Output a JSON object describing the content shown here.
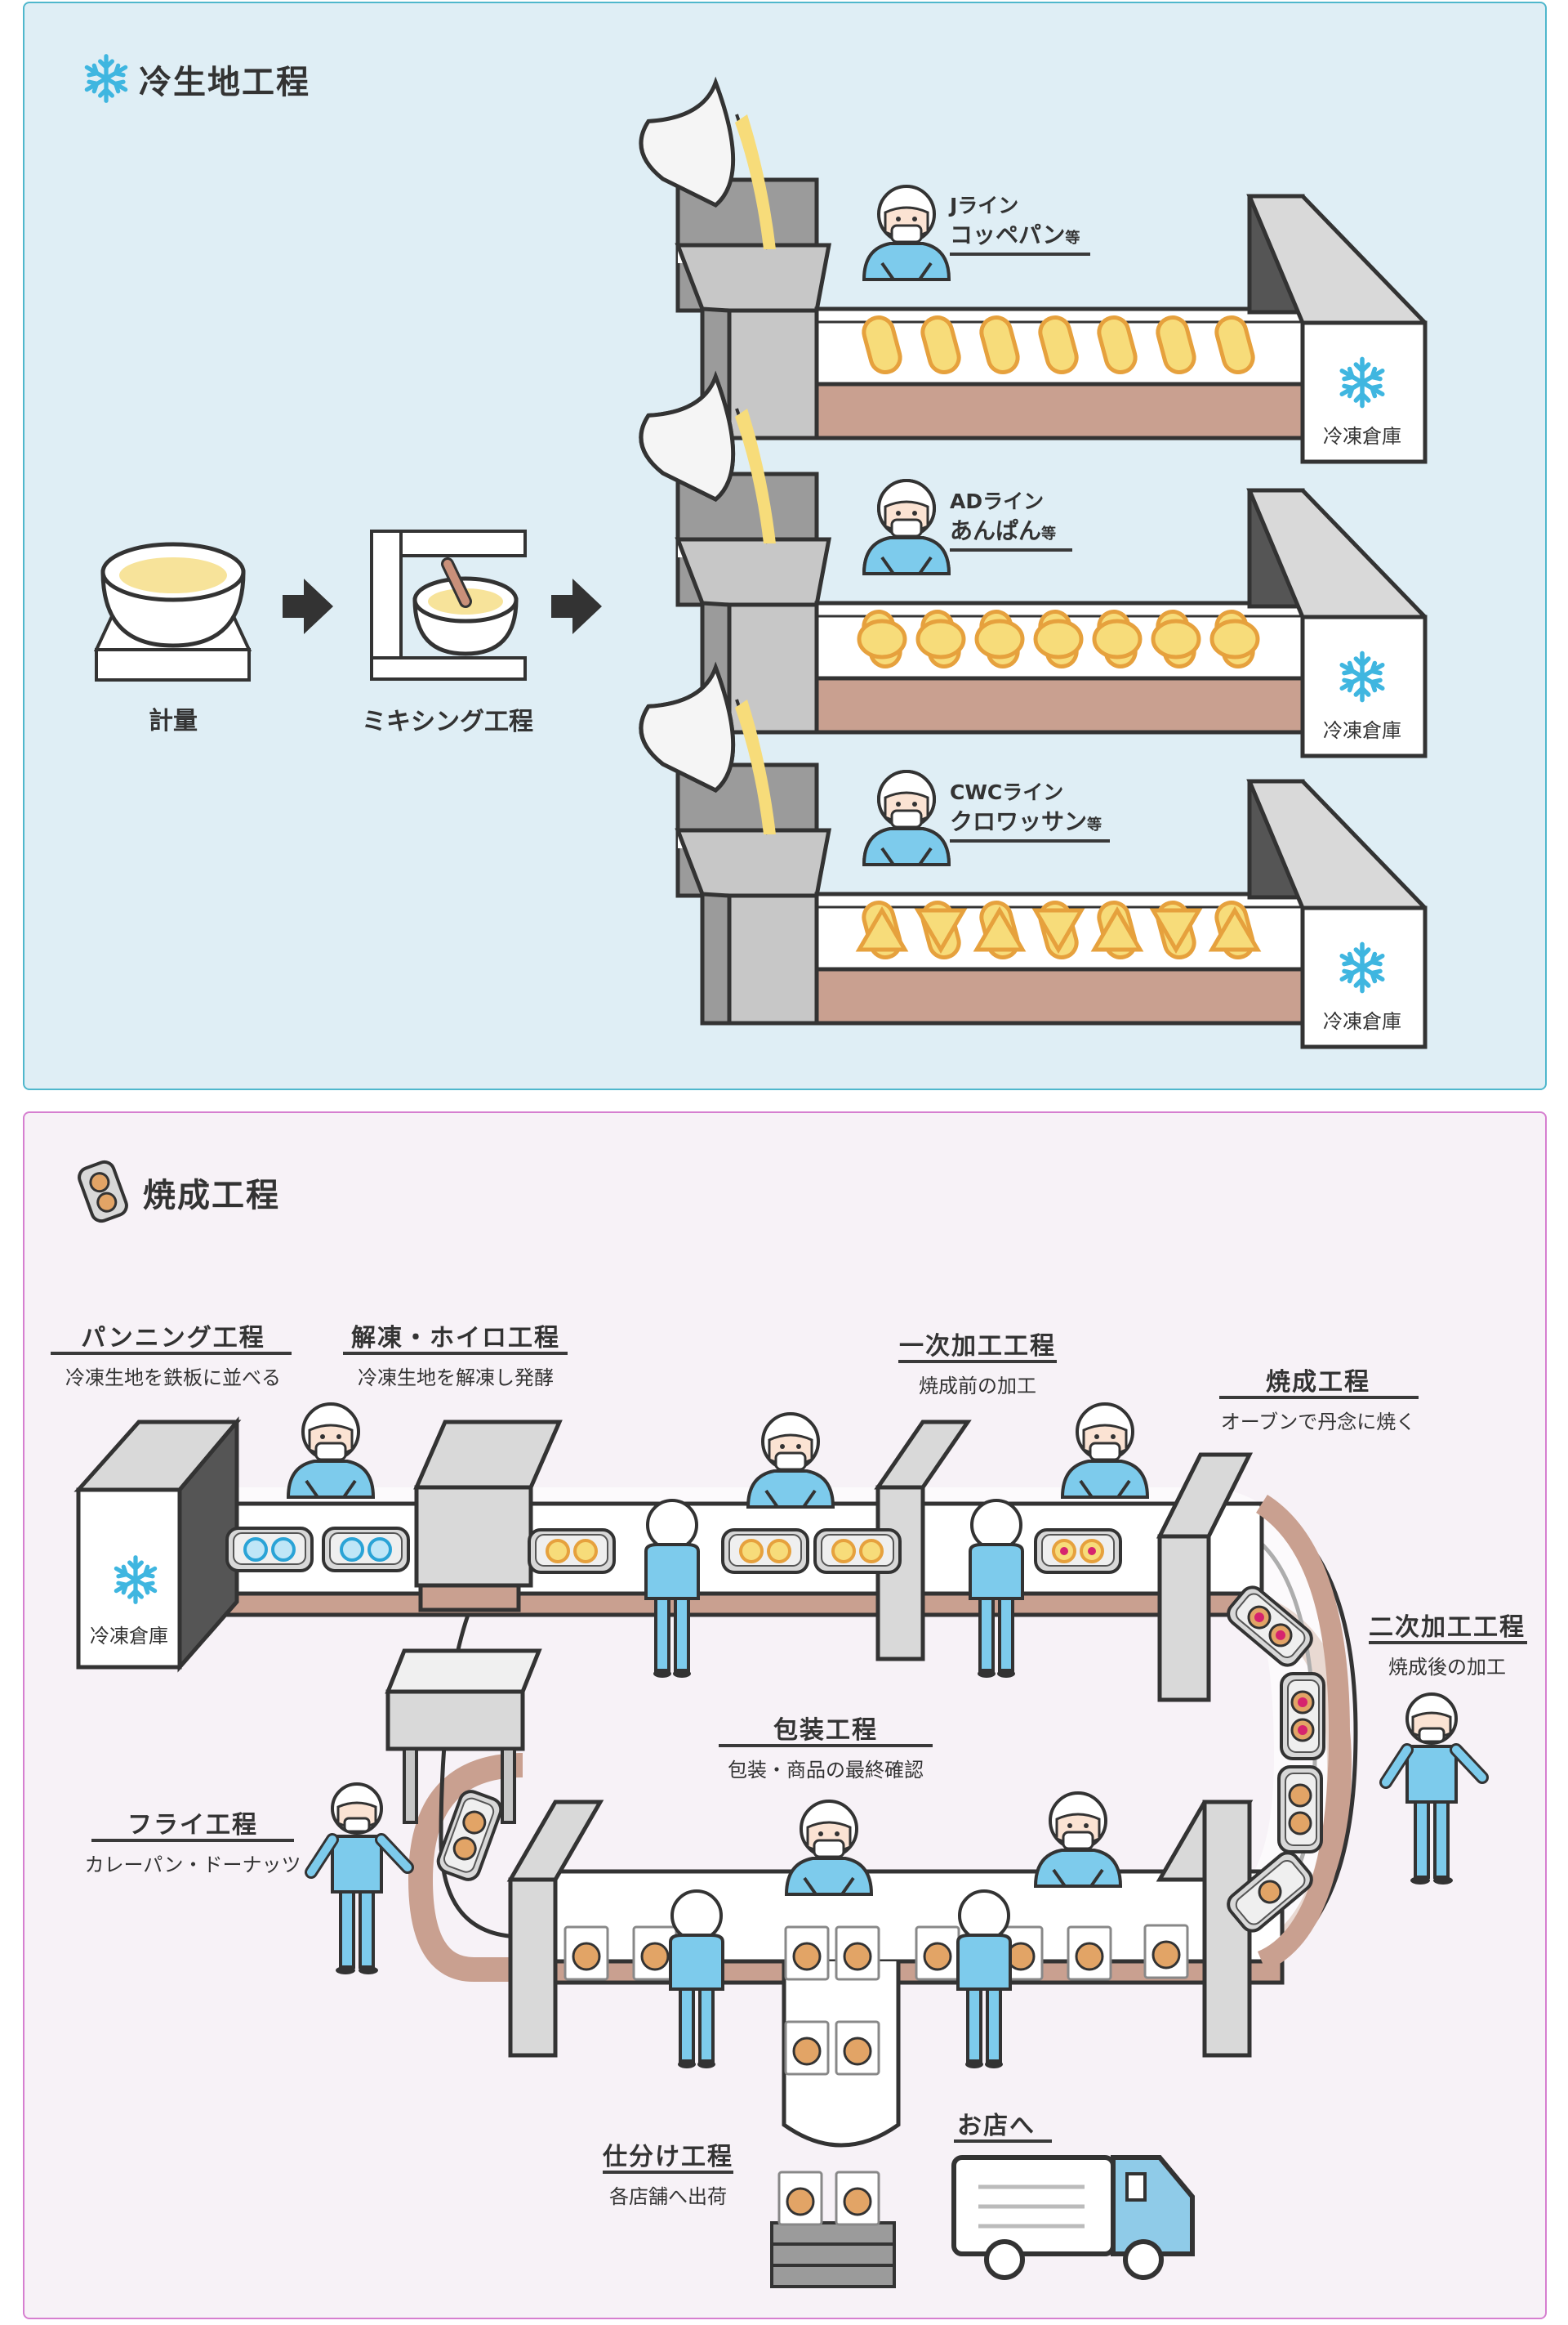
{
  "colors": {
    "frozen_panel": "#dfeef5",
    "baking_panel": "#f7f2f7",
    "uniform": "#7dcbec",
    "dough": "#f7dc7a",
    "belt_brown": "#c9a090",
    "snow": "#3fb6e0"
  },
  "frozen_section": {
    "title": "冷生地工程",
    "icon": "snowflake-icon",
    "steps": [
      "計量",
      "ミキシング工程"
    ],
    "lines": [
      {
        "name": "Jライン",
        "product": "コッペパン",
        "suffix": "等",
        "storage": "冷凍倉庫"
      },
      {
        "name": "ADライン",
        "product": "あんぱん",
        "suffix": "等",
        "storage": "冷凍倉庫"
      },
      {
        "name": "CWCライン",
        "product": "クロワッサン",
        "suffix": "等",
        "storage": "冷凍倉庫"
      }
    ]
  },
  "baking_section": {
    "title": "焼成工程",
    "icon": "baking-tray-icon",
    "storage": "冷凍倉庫",
    "processes": [
      {
        "title": "パンニング工程",
        "desc": "冷凍生地を鉄板に並べる"
      },
      {
        "title": "解凍・ホイロ工程",
        "desc": "冷凍生地を解凍し発酵"
      },
      {
        "title": "一次加工工程",
        "desc": "焼成前の加工"
      },
      {
        "title": "焼成工程",
        "desc": "オーブンで丹念に焼く"
      },
      {
        "title": "二次加工工程",
        "desc": "焼成後の加工"
      },
      {
        "title": "フライ工程",
        "desc": "カレーパン・ドーナッツ"
      },
      {
        "title": "包装工程",
        "desc": "包装・商品の最終確認"
      },
      {
        "title": "仕分け工程",
        "desc": "各店舗へ出荷"
      }
    ],
    "delivery": "お店へ"
  }
}
